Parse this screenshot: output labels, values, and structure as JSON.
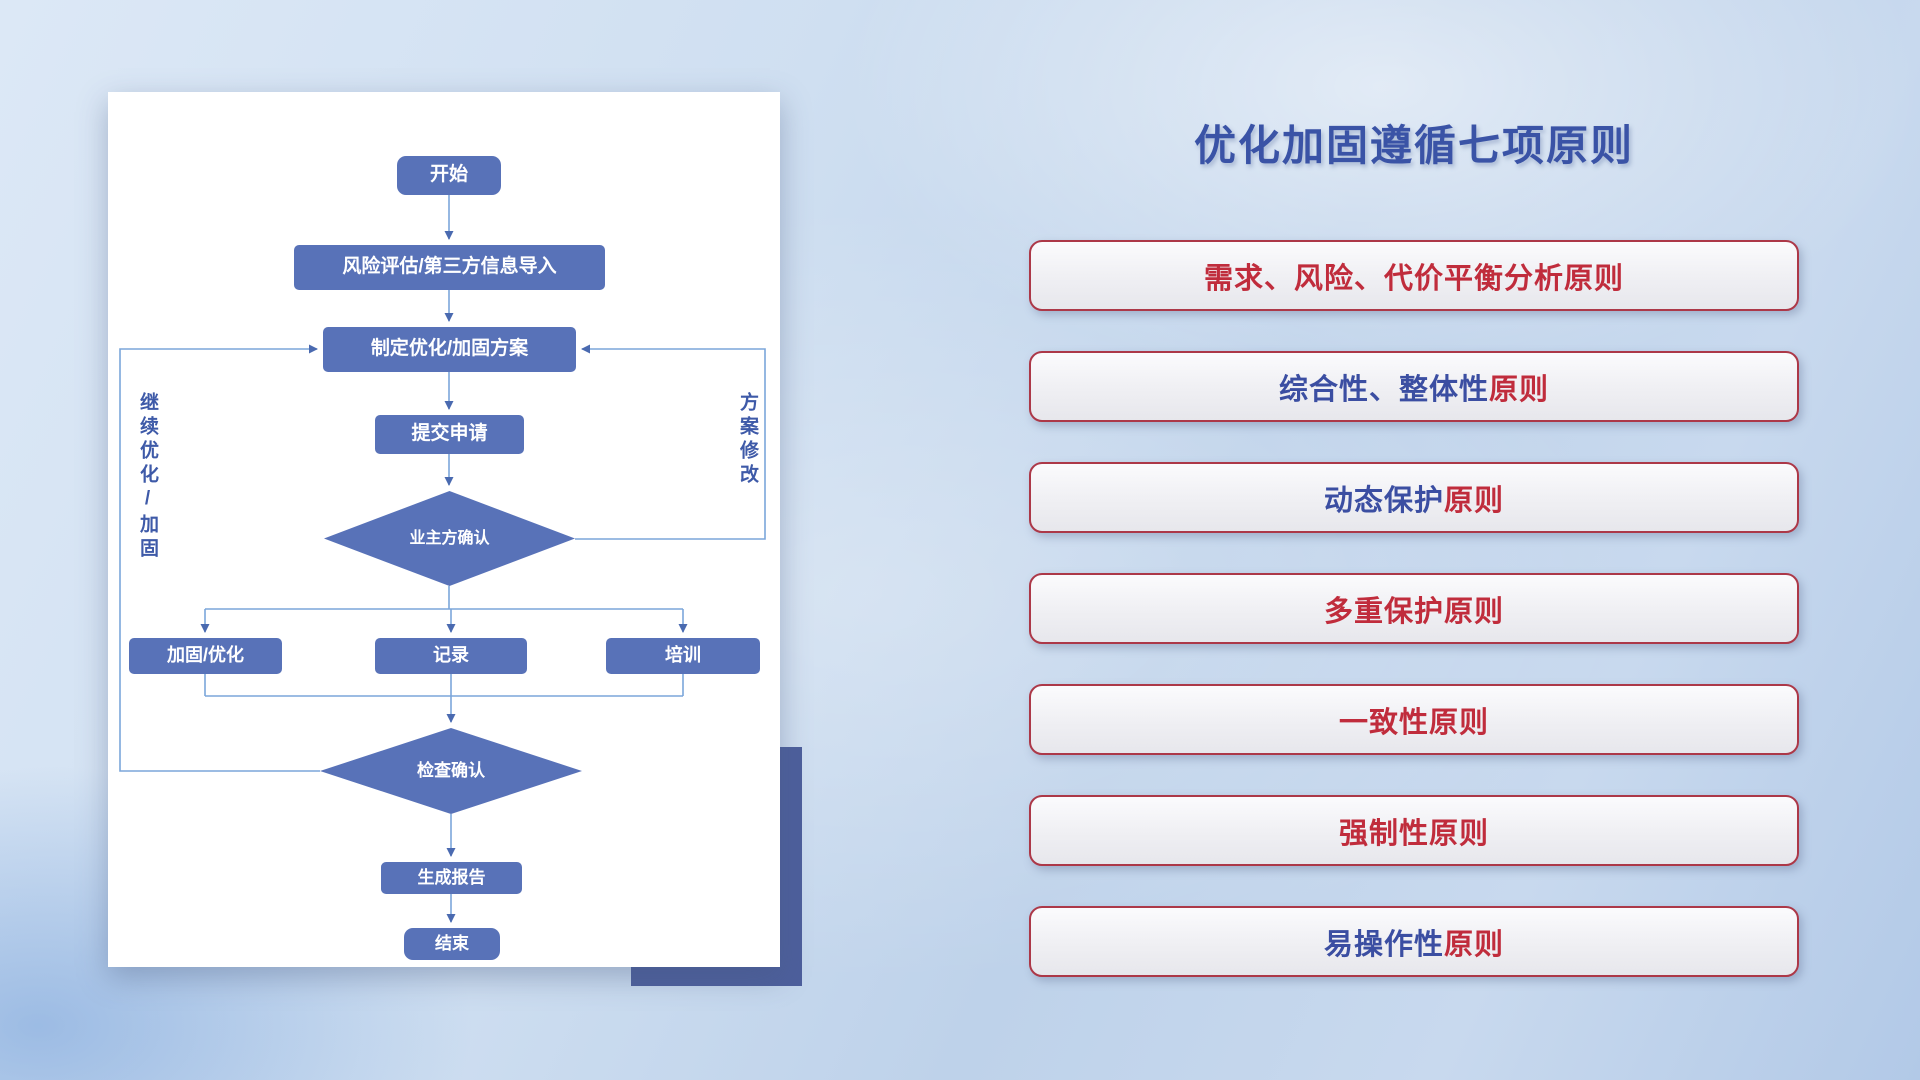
{
  "slide": {
    "title": "优化加固遵循七项原则"
  },
  "flowchart": {
    "nodes": {
      "start": "开始",
      "risk_import": "风险评估/第三方信息导入",
      "make_plan": "制定优化/加固方案",
      "submit": "提交申请",
      "owner_confirm": "业主方确认",
      "harden": "加固/优化",
      "record": "记录",
      "training": "培训",
      "check_confirm": "检查确认",
      "report": "生成报告",
      "end": "结束"
    },
    "loop_labels": {
      "left": "继续优化/加固",
      "right": "方案修改"
    }
  },
  "principles": {
    "items": [
      {
        "part1": "需求、风险、代价平衡分析原则",
        "part1_color": "#c02c3c",
        "part2": "",
        "part2_color": "#c02c3c"
      },
      {
        "part1": "综合性、整体性",
        "part1_color": "#3b4ea2",
        "part2": "原则",
        "part2_color": "#c02c3c"
      },
      {
        "part1": "动态保护",
        "part1_color": "#3b4ea2",
        "part2": "原则",
        "part2_color": "#c02c3c"
      },
      {
        "part1": "多重保护原则",
        "part1_color": "#c02c3c",
        "part2": "",
        "part2_color": "#c02c3c"
      },
      {
        "part1": "一致性原则",
        "part1_color": "#c02c3c",
        "part2": "",
        "part2_color": "#c02c3c"
      },
      {
        "part1": "强制性原则",
        "part1_color": "#c02c3c",
        "part2": "",
        "part2_color": "#c02c3c"
      },
      {
        "part1": "易操作性",
        "part1_color": "#3b4ea2",
        "part2": "原则",
        "part2_color": "#c02c3c"
      }
    ]
  },
  "colors": {
    "title_blue": "#3a53a6",
    "principle_red": "#c02c3c",
    "principle_blue": "#3b4ea2",
    "node_blue": "#5872b8",
    "connector_blue": "#7ba6da",
    "accent_rect_blue": "#4d5f9c"
  }
}
